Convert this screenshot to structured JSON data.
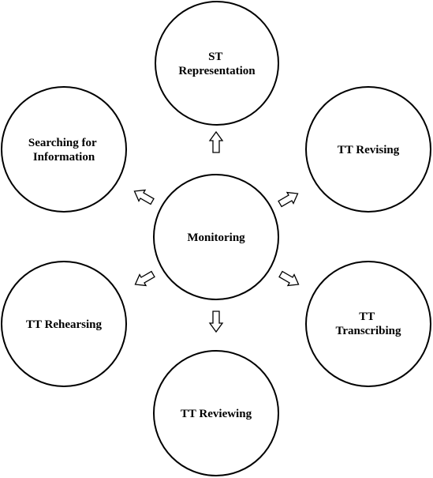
{
  "diagram": {
    "center": {
      "id": "monitoring",
      "lines": [
        "Monitoring"
      ]
    },
    "nodes": [
      {
        "id": "st-representation",
        "lines": [
          "ST",
          "Representation"
        ]
      },
      {
        "id": "tt-revising",
        "lines": [
          "TT Revising"
        ]
      },
      {
        "id": "tt-transcribing",
        "lines": [
          "TT",
          "Transcribing"
        ]
      },
      {
        "id": "tt-reviewing",
        "lines": [
          "TT Reviewing"
        ]
      },
      {
        "id": "tt-rehearsing",
        "lines": [
          "TT Rehearsing"
        ]
      },
      {
        "id": "searching-for-information",
        "lines": [
          "Searching for",
          "Information"
        ]
      }
    ],
    "edges": [
      {
        "from": "monitoring",
        "to": "st-representation"
      },
      {
        "from": "monitoring",
        "to": "tt-revising"
      },
      {
        "from": "monitoring",
        "to": "tt-transcribing"
      },
      {
        "from": "monitoring",
        "to": "tt-reviewing"
      },
      {
        "from": "monitoring",
        "to": "tt-rehearsing"
      },
      {
        "from": "monitoring",
        "to": "searching-for-information"
      }
    ]
  }
}
